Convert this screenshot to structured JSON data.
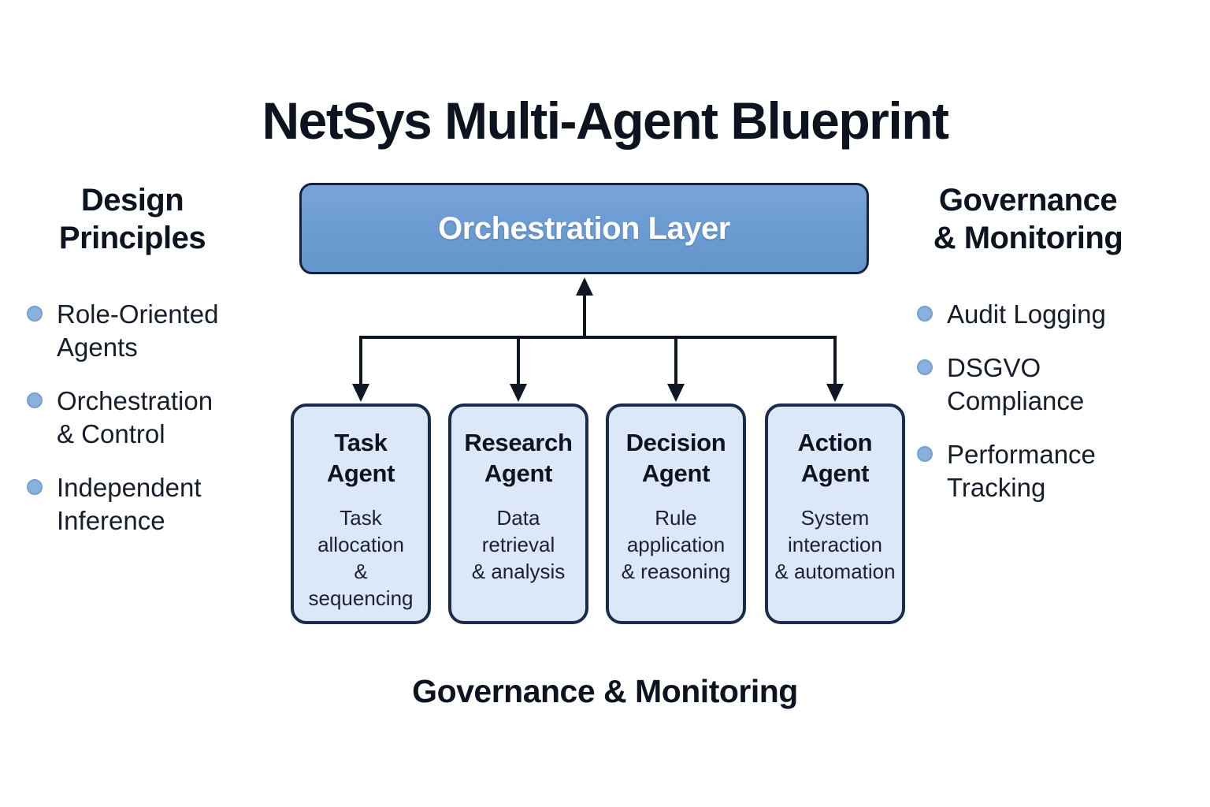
{
  "title": "NetSys Multi-Agent Blueprint",
  "left_panel": {
    "heading": "Design\nPrinciples",
    "items": [
      "Role-Oriented\nAgents",
      "Orchestration\n& Control",
      "Independent\nInference"
    ]
  },
  "right_panel": {
    "heading": "Governance\n& Monitoring",
    "items": [
      "Audit Logging",
      "DSGVO\nCompliance",
      "Performance\nTracking"
    ]
  },
  "orchestration": {
    "label": "Orchestration Layer"
  },
  "agents": [
    {
      "title": "Task\nAgent",
      "body": "Task\nallocation\n&\nsequencing"
    },
    {
      "title": "Research\nAgent",
      "body": "Data\nretrieval\n& analysis"
    },
    {
      "title": "Decision\nAgent",
      "body": "Rule\napplication\n& reasoning"
    },
    {
      "title": "Action\nAgent",
      "body": "System\ninteraction\n& automation"
    }
  ],
  "footer_label": "Governance & Monitoring",
  "colors": {
    "accent": "#6d9cd2",
    "accent_light": "#dce8f8",
    "navy_border": "#17233e",
    "bullet_blue": "#8ab0dc",
    "ink": "#101826",
    "background": "#ffffff"
  }
}
